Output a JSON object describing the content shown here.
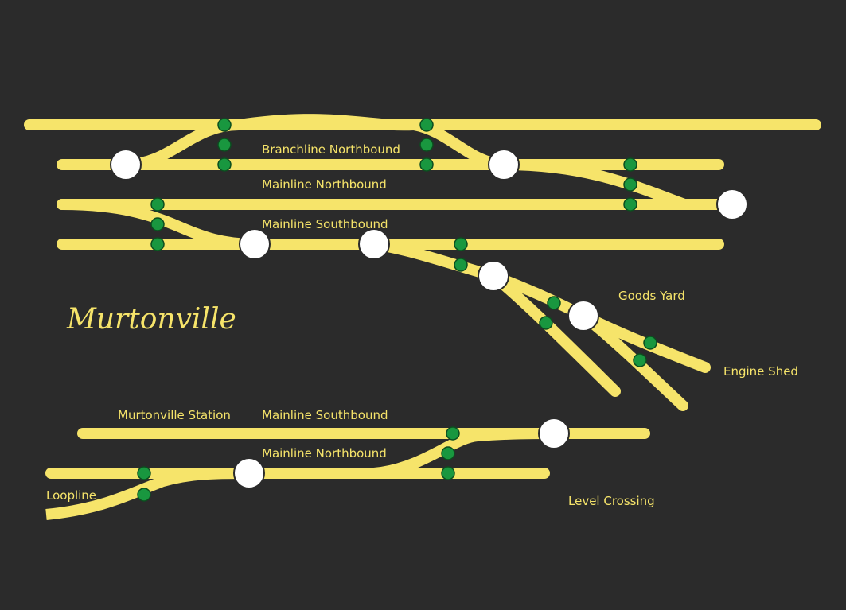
{
  "title": "Murtonville",
  "labels": {
    "branchline_northbound": "Branchline Northbound",
    "mainline_northbound_top": "Mainline Northbound",
    "mainline_southbound_top": "Mainline Southbound",
    "goods_yard": "Goods Yard",
    "engine_shed": "Engine Shed",
    "murtonville_station": "Murtonville Station",
    "mainline_southbound_bottom": "Mainline Southbound",
    "mainline_northbound_bottom": "Mainline Northbound",
    "loopline": "Loopline",
    "level_crossing": "Level Crossing"
  },
  "colors": {
    "background": "#2b2b2b",
    "track": "#f6e46a",
    "point": "#ffffff",
    "sensor": "#19973f",
    "text": "#f6e46a"
  }
}
